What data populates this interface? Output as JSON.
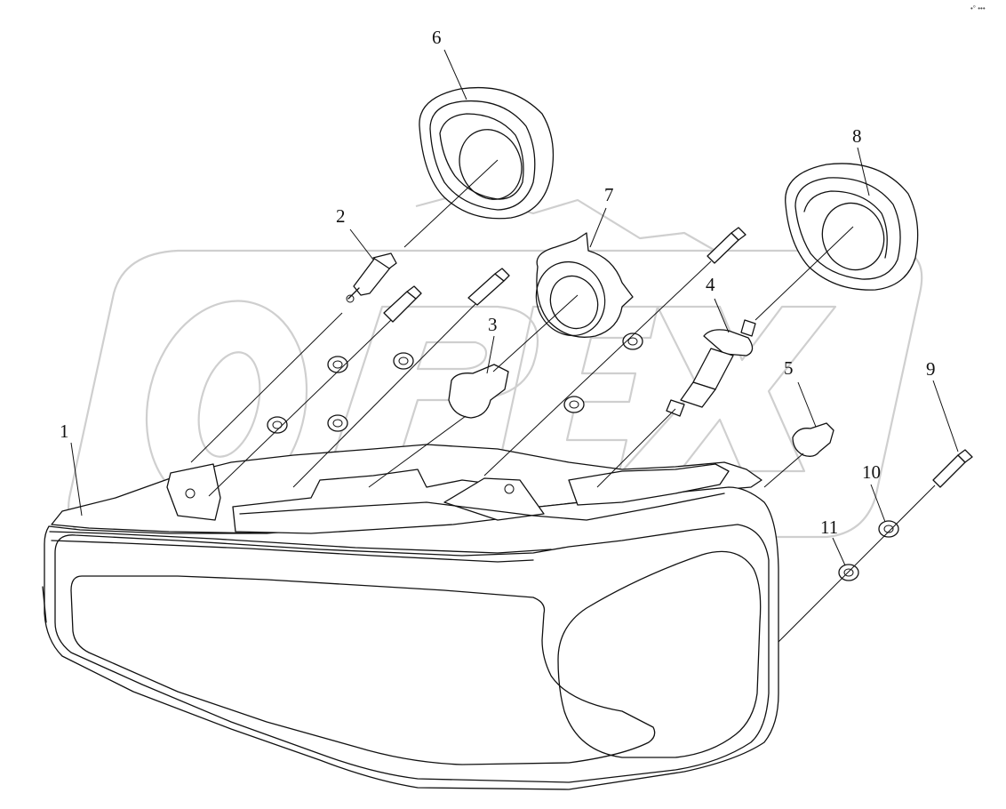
{
  "corner_mark": "•° •••",
  "watermark": {
    "text": "OPEX",
    "color": "#cfcfcf"
  },
  "callouts": [
    {
      "num": "1"
    },
    {
      "num": "2"
    },
    {
      "num": "3"
    },
    {
      "num": "4"
    },
    {
      "num": "5"
    },
    {
      "num": "6"
    },
    {
      "num": "7"
    },
    {
      "num": "8"
    },
    {
      "num": "9"
    },
    {
      "num": "10"
    },
    {
      "num": "11"
    }
  ]
}
